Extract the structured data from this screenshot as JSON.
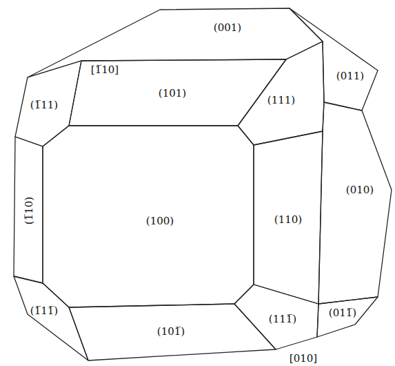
{
  "diagram": {
    "nodes": [
      {
        "text": [
          "(001)"
        ]
      },
      {
        "text": [
          "(011)"
        ]
      },
      {
        "text": [
          "(1̅11)"
        ]
      },
      {
        "text": [
          "(101)"
        ]
      },
      {
        "text": [
          "(111)"
        ]
      },
      {
        "text": [
          "(010)"
        ]
      },
      {
        "text": [
          "(1̅10)"
        ]
      },
      {
        "text": [
          "(100)"
        ]
      },
      {
        "text": [
          "(110)"
        ]
      },
      {
        "text": [
          "(1̅11̅)"
        ]
      },
      {
        "text": [
          "(101̅)"
        ]
      },
      {
        "text": [
          "(111̅)"
        ]
      },
      {
        "text": [
          "(011̅)"
        ]
      }
    ],
    "labels": [
      "[1̅10]",
      "[010]"
    ]
  }
}
